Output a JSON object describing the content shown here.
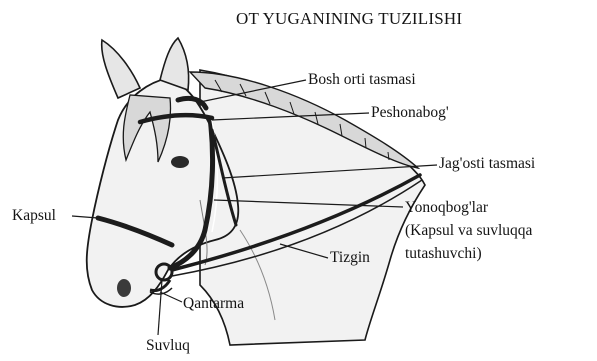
{
  "title": "OT YUGANINING TUZILISHI",
  "labels": {
    "bosh_orti_tasmasi": "Bosh orti tasmasi",
    "peshonabog": "Peshonabog'",
    "jagosti_tasmasi": "Jag'osti tasmasi",
    "yonoqboglar": "Yonoqbog'lar",
    "yonoqboglar_note_line1": "(Kapsul va suvluqqa",
    "yonoqboglar_note_line2": "tutashuvchi)",
    "kapsul": "Kapsul",
    "tizgin": "Tizgin",
    "qantarma": "Qantarma",
    "suvluq": "Suvluq"
  },
  "colors": {
    "ink": "#141414",
    "horse_fill": "#f2f2f2",
    "mane_fill": "#d8d8d8",
    "strap": "#1c1c1c"
  }
}
